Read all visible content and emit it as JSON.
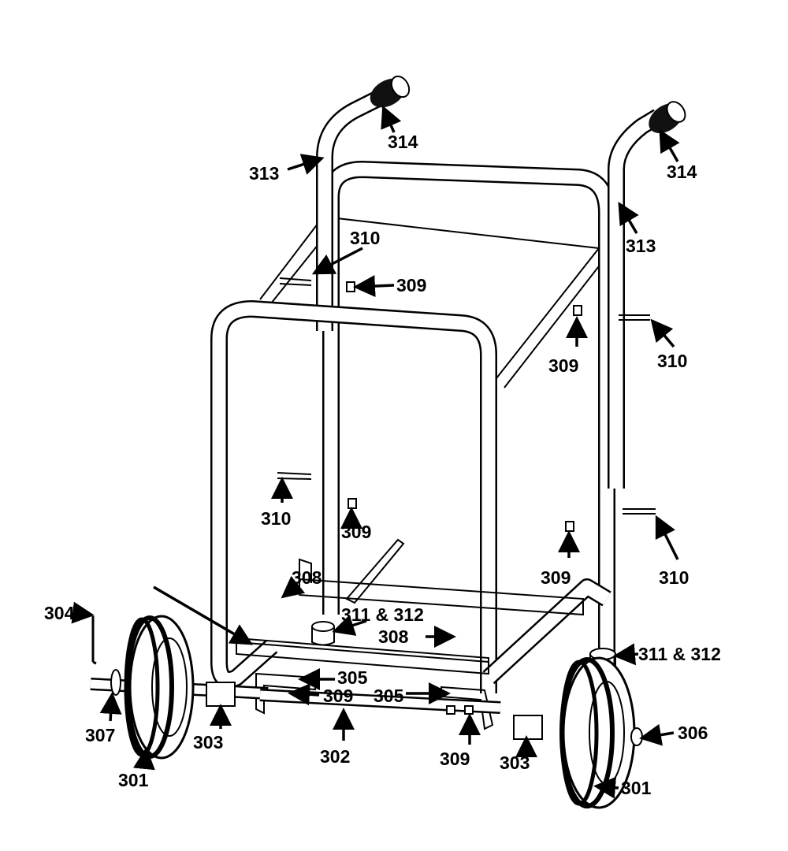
{
  "diagram": {
    "title": "Cart frame exploded parts diagram",
    "callouts": {
      "grip_left": "314",
      "grip_right": "314",
      "handle_left": "313",
      "handle_right": "313",
      "bolt_upper_left": "310",
      "nut_upper_left": "309",
      "nut_upper_right": "309",
      "bolt_upper_right": "310",
      "bolt_lower_left": "310",
      "nut_lower_left": "309",
      "nut_lower_right": "309",
      "bolt_lower_right": "310",
      "bolt_base_left": "308",
      "foot_center": "311 & 312",
      "bolt_base_right": "308",
      "pin": "304",
      "foot_right": "311 & 312",
      "bracket_left": "305",
      "nut_bracket_left": "309",
      "bracket_right": "305",
      "washer": "307",
      "spacer_left": "303",
      "axle": "302",
      "nut_bracket_right": "309",
      "spacer_right": "303",
      "cap": "306",
      "wheel_left": "301",
      "wheel_right": "301"
    }
  }
}
